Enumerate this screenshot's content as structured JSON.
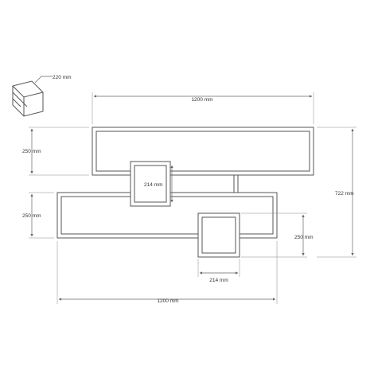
{
  "dimensions": {
    "board_depth": "220 mm",
    "top_width": "1200 mm",
    "top_height": "250 mm",
    "middle_height": "250 mm",
    "cube_top_height": "214 mm",
    "cube_right_height": "250 mm",
    "cube_right_width": "214 mm",
    "bottom_width": "1200 mm",
    "overall_height": "722 mm"
  },
  "colors": {
    "line": "#555555",
    "dimension": "#666666",
    "text": "#333333"
  }
}
